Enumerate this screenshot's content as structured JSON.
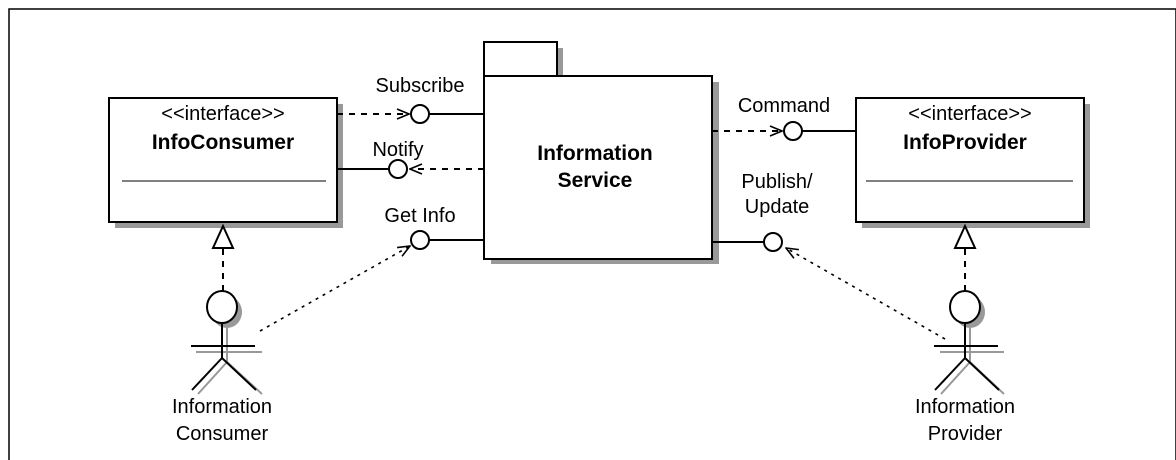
{
  "components": {
    "info_consumer": {
      "stereotype": "<<interface>>",
      "name": "InfoConsumer"
    },
    "info_provider": {
      "stereotype": "<<interface>>",
      "name": "InfoProvider"
    },
    "information_service": {
      "line1": "Information",
      "line2": "Service"
    }
  },
  "interfaces": {
    "subscribe": "Subscribe",
    "notify": "Notify",
    "get_info": "Get Info",
    "command": "Command",
    "publish_update_line1": "Publish/",
    "publish_update_line2": "Update"
  },
  "actors": {
    "consumer": {
      "line1": "Information",
      "line2": "Consumer"
    },
    "provider": {
      "line1": "Information",
      "line2": "Provider"
    }
  },
  "colors": {
    "stroke": "#000000",
    "shadow": "#999999",
    "background": "#ffffff"
  }
}
